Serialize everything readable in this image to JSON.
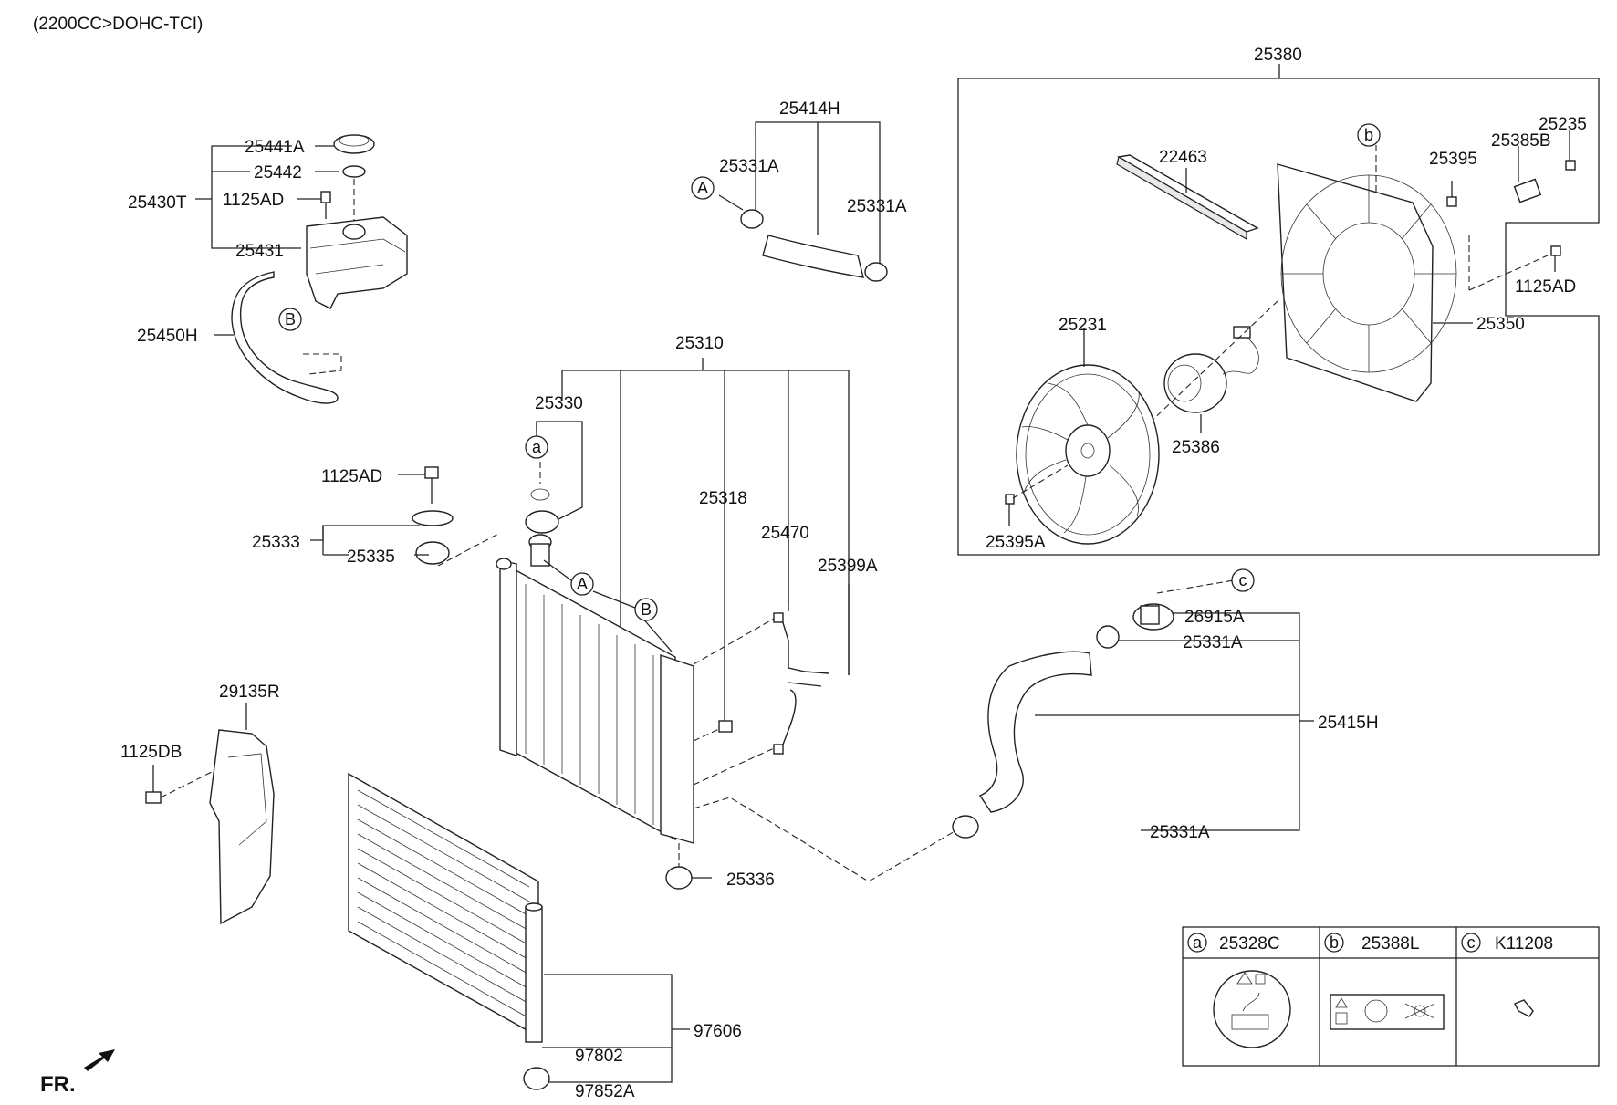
{
  "header": {
    "engine": "(2200CC>DOHC-TCI)"
  },
  "footer": {
    "front_marker": "FR."
  },
  "labels": {
    "p25441A": "25441A",
    "p25442": "25442",
    "p25430T": "25430T",
    "p1125AD_a": "1125AD",
    "p25431": "25431",
    "p25450H": "25450H",
    "p25414H": "25414H",
    "p25331A_a": "25331A",
    "p25331A_b": "25331A",
    "p25380": "25380",
    "p22463": "22463",
    "p25395": "25395",
    "p25385B": "25385B",
    "p25235": "25235",
    "p1125AD_c": "1125AD",
    "p25350": "25350",
    "p25231": "25231",
    "p25386": "25386",
    "p25395A": "25395A",
    "p25310": "25310",
    "p25330": "25330",
    "p25318": "25318",
    "p25470": "25470",
    "p25399A": "25399A",
    "p1125AD_b": "1125AD",
    "p25333": "25333",
    "p25335": "25335",
    "p26915A": "26915A",
    "p25331A_c": "25331A",
    "p25415H": "25415H",
    "p25331A_d": "25331A",
    "p25336": "25336",
    "p29135R": "29135R",
    "p1125DB": "1125DB",
    "p97802": "97802",
    "p97606": "97606",
    "p97852A": "97852A"
  },
  "callouts": {
    "upper_A": "A",
    "upper_B": "B",
    "lower_a": "a",
    "lower_b": "b",
    "lower_c": "c",
    "rad_A": "A",
    "rad_B": "B"
  },
  "legend_table": [
    {
      "key": "a",
      "part": "25328C"
    },
    {
      "key": "b",
      "part": "25388L"
    },
    {
      "key": "c",
      "part": "K11208"
    }
  ]
}
